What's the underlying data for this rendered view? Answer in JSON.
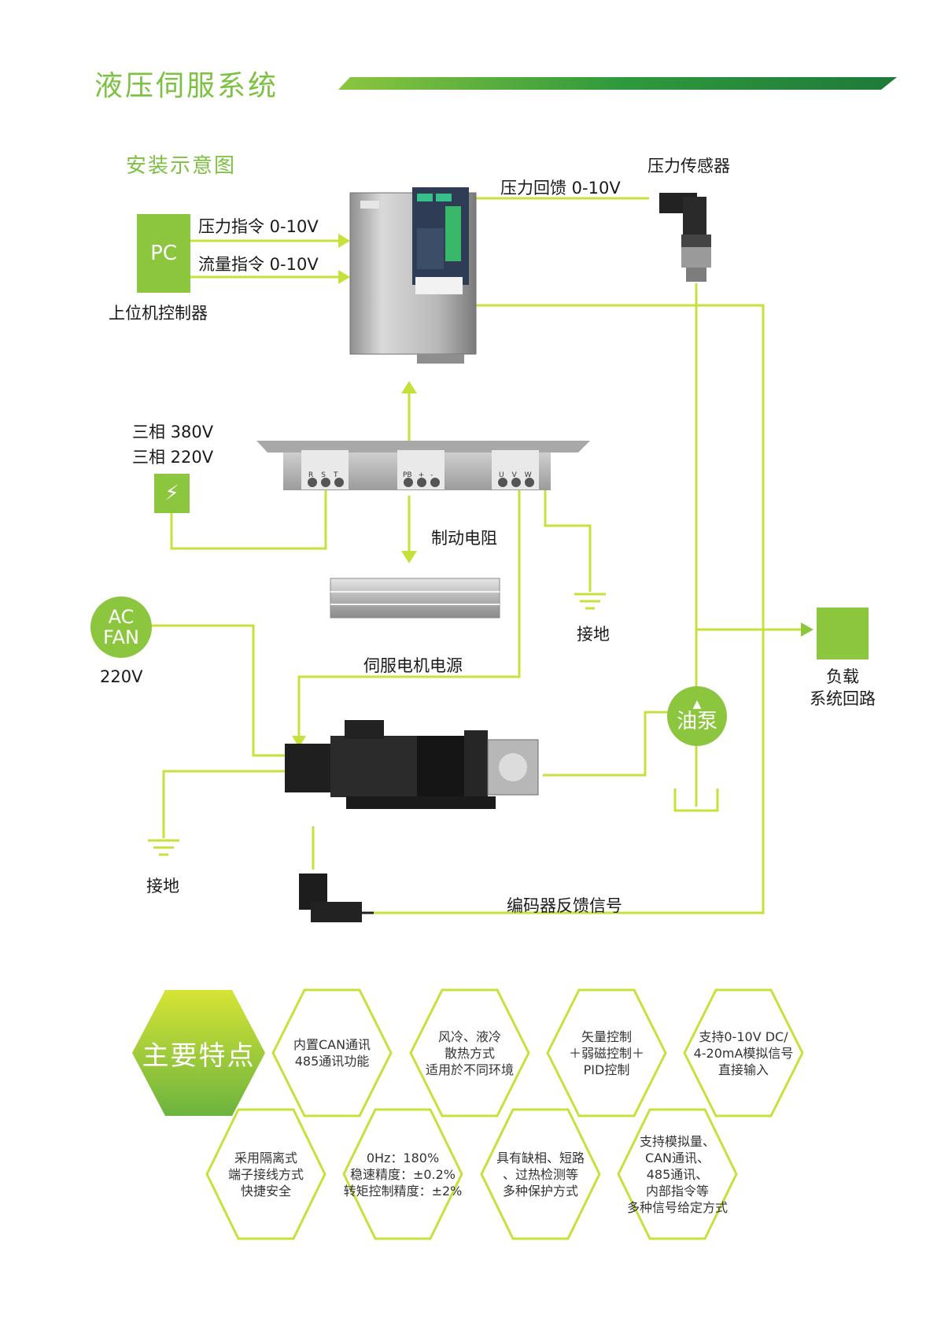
{
  "header": {
    "title": "液压伺服系统",
    "section_title": "安装示意图"
  },
  "colors": {
    "accent": "#8cc63f",
    "accent_light": "#c8e03c",
    "dark_green": "#1f7a3a"
  },
  "labels": {
    "pc": "PC",
    "pc_caption": "上位机控制器",
    "pressure_cmd": "压力指令 0-10V",
    "flow_cmd": "流量指令 0-10V",
    "pressure_feedback": "压力回馈 0-10V",
    "pressure_sensor": "压力传感器",
    "phase_380": "三相 380V",
    "phase_220": "三相 220V",
    "brake_resistor": "制动电阻",
    "ground_1": "接地",
    "ground_2": "接地",
    "ac_fan_1": "AC",
    "ac_fan_2": "FAN",
    "fan_voltage": "220V",
    "motor_power": "伺服电机电源",
    "load_1": "负载",
    "load_2": "系统回路",
    "oil_pump": "油泵",
    "encoder_feedback": "编码器反馈信号",
    "terminal_labels": [
      "R",
      "S",
      "T",
      "PB",
      "+",
      "-",
      "U",
      "V",
      "W"
    ]
  },
  "icons": {
    "power": "lightning-icon",
    "pump_arrow": "triangle-up-icon"
  },
  "features": {
    "title": "主要特点",
    "items": [
      "内置CAN通讯\n485通讯功能",
      "风冷、液冷\n散热方式\n适用於不同环境",
      "矢量控制\n＋弱磁控制＋\nPID控制",
      "支持0-10V DC/\n4-20mA模拟信号\n直接输入",
      "采用隔离式\n端子接线方式\n快捷安全",
      "0Hz：180%\n稳速精度：±0.2%\n转矩控制精度：±2%",
      "具有缺相、短路\n、过热检测等\n多种保护方式",
      "支持模拟量、\nCAN通讯、\n485通讯、\n内部指令等\n多种信号给定方式"
    ]
  }
}
